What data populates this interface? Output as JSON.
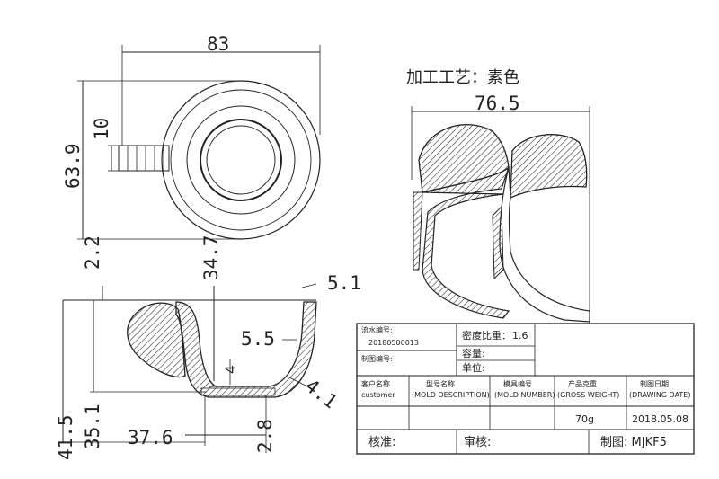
{
  "dimensions": {
    "top_width": "83",
    "height_total": "63.9",
    "handle": "10",
    "thickness_top": "2.2",
    "depth": "34.7",
    "rim": "5.1",
    "base_step": "5.5",
    "small_step": "4",
    "wall": "4.1",
    "overall_height": "41.5",
    "inner_height": "35.1",
    "base_width": "37.6",
    "base_thickness": "2.8",
    "side_width": "76.5"
  },
  "process_note": "加工工艺：素色",
  "title_block": {
    "flow_no_label": "流水编号:",
    "flow_no_value": "20180500013",
    "drawing_no_label": "制图编号:",
    "density_label": "密度比重：",
    "density_value": "1.6",
    "capacity_label": "容量:",
    "unit_label": "单位:",
    "col_customer": "客户名称",
    "col_customer_en": "customer",
    "col_model": "型号名称",
    "col_model_en": "(MOLD DESCRIPTION)",
    "col_mold": "模具编号",
    "col_mold_en": "(MOLD NUMBER)",
    "col_weight": "产品克重",
    "col_weight_en": "(GROSS WEIGHT)",
    "col_date": "制图日期",
    "col_date_en": "(DRAWING DATE)",
    "weight_value": "70g",
    "date_value": "2018.05.08",
    "check_label": "核准:",
    "review_label": "审核:",
    "drawn_label": "制图: MJKF5"
  }
}
